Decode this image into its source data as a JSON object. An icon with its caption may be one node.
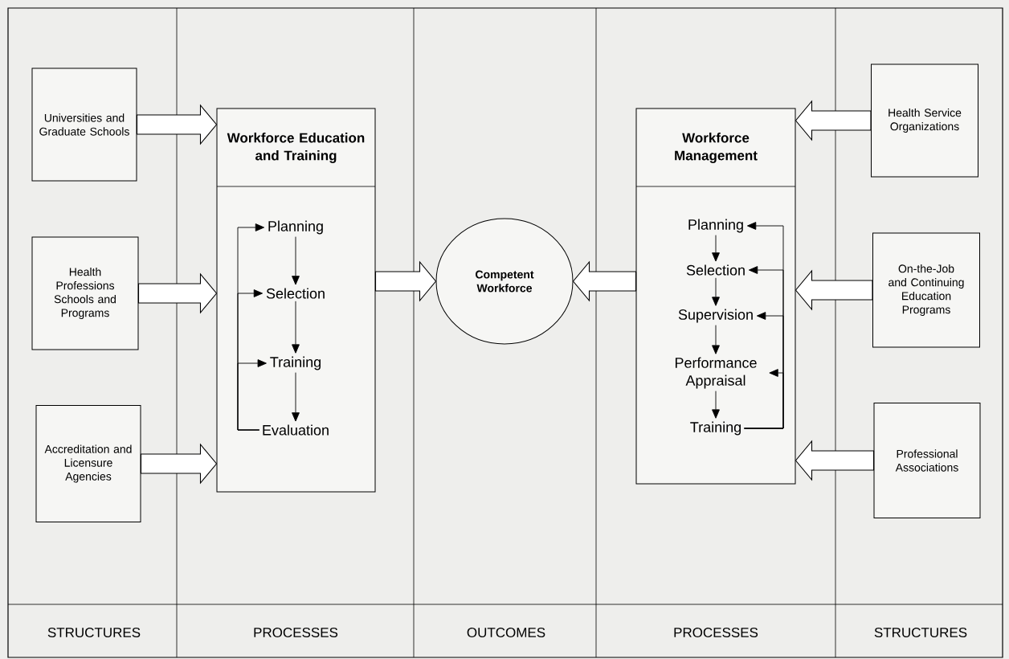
{
  "diagram": {
    "nodes": [
      {
        "text": [
          "Universities and Graduate Schools"
        ]
      },
      {
        "text": [
          "Health Professions Schools and Programs"
        ]
      },
      {
        "text": [
          "Accreditation and Licensure Agencies"
        ]
      },
      {
        "text": [
          "Workforce Education and Training"
        ]
      },
      {
        "text": [
          "Planning"
        ],
        "in": 3
      },
      {
        "text": [
          "Selection"
        ],
        "in": 3
      },
      {
        "text": [
          "Training"
        ],
        "in": 3
      },
      {
        "text": [
          "Evaluation"
        ],
        "in": 3
      },
      {
        "text": [
          "Competent Workforce"
        ]
      },
      {
        "text": [
          "Workforce Management"
        ]
      },
      {
        "text": [
          "Planning"
        ],
        "in": 9
      },
      {
        "text": [
          "Selection"
        ],
        "in": 9
      },
      {
        "text": [
          "Supervision"
        ],
        "in": 9
      },
      {
        "text": [
          "Performance Appraisal"
        ],
        "in": 9
      },
      {
        "text": [
          "Training"
        ],
        "in": 9
      },
      {
        "text": [
          "Health Service Organizations"
        ]
      },
      {
        "text": [
          "On-the-Job and Continuing Education Programs"
        ]
      },
      {
        "text": [
          "Professional Associations"
        ]
      }
    ],
    "edges": [
      {
        "from": 0,
        "to": 3,
        "arrow": "to",
        "style": "thick"
      },
      {
        "from": 1,
        "to": 3,
        "arrow": "to",
        "style": "thick"
      },
      {
        "from": 2,
        "to": 3,
        "arrow": "to",
        "style": "thick"
      },
      {
        "from": 4,
        "to": 5,
        "arrow": "to"
      },
      {
        "from": 5,
        "to": 6,
        "arrow": "to"
      },
      {
        "from": 6,
        "to": 7,
        "arrow": "to"
      },
      {
        "from": 7,
        "to": 4,
        "arrow": "to"
      },
      {
        "from": 7,
        "to": 5,
        "arrow": "to"
      },
      {
        "from": 7,
        "to": 6,
        "arrow": "to"
      },
      {
        "from": 3,
        "to": 8,
        "arrow": "to",
        "style": "thick"
      },
      {
        "from": 9,
        "to": 8,
        "arrow": "to",
        "style": "thick"
      },
      {
        "from": 10,
        "to": 11,
        "arrow": "to"
      },
      {
        "from": 11,
        "to": 12,
        "arrow": "to"
      },
      {
        "from": 12,
        "to": 13,
        "arrow": "to"
      },
      {
        "from": 13,
        "to": 14,
        "arrow": "to"
      },
      {
        "from": 14,
        "to": 10,
        "arrow": "to"
      },
      {
        "from": 14,
        "to": 11,
        "arrow": "to"
      },
      {
        "from": 14,
        "to": 12,
        "arrow": "to"
      },
      {
        "from": 14,
        "to": 13,
        "arrow": "to"
      },
      {
        "from": 15,
        "to": 9,
        "arrow": "to",
        "style": "thick"
      },
      {
        "from": 16,
        "to": 9,
        "arrow": "to",
        "style": "thick"
      },
      {
        "from": 17,
        "to": 9,
        "arrow": "to",
        "style": "thick"
      }
    ],
    "labels": [
      "STRUCTURES",
      "PROCESSES",
      "OUTCOMES",
      "PROCESSES",
      "STRUCTURES"
    ]
  }
}
